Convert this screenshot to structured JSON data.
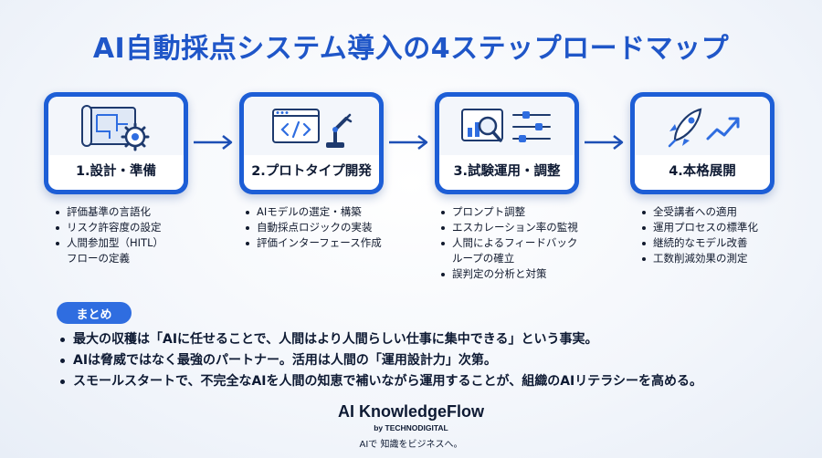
{
  "title": "AI自動採点システム導入の4ステップロードマップ",
  "steps": [
    {
      "label": "1.設計・準備",
      "icon": "blueprint-gear-icon",
      "bullets": [
        "評価基準の言語化",
        "リスク許容度の設定",
        "人間参加型（HITL）\nフローの定義"
      ]
    },
    {
      "label": "2.プロトタイプ開発",
      "icon": "code-robot-arm-icon",
      "bullets": [
        "AIモデルの選定・構築",
        "自動採点ロジックの実装",
        "評価インターフェース作成"
      ]
    },
    {
      "label": "3.試験運用・調整",
      "icon": "analytics-sliders-icon",
      "bullets": [
        "プロンプト調整",
        "エスカレーション率の監視",
        "人間によるフィードバック\nループの確立",
        "誤判定の分析と対策"
      ]
    },
    {
      "label": "4.本格展開",
      "icon": "rocket-growth-icon",
      "bullets": [
        "全受講者への適用",
        "運用プロセスの標準化",
        "継続的なモデル改善",
        "工数削減効果の測定"
      ]
    }
  ],
  "summary": {
    "badge": "まとめ",
    "items": [
      "最大の収穫は「AIに任せることで、人間はより人間らしい仕事に集中できる」という事実。",
      "AIは脅威ではなく最強のパートナー。活用は人間の「運用設計力」次第。",
      "スモールスタートで、不完全なAIを人間の知恵で補いながら運用することが、組織のAIリテラシーを高める。"
    ]
  },
  "footer": {
    "brand": "AI KnowledgeFlow",
    "byline": "by TECHNODIGITAL",
    "tagline": "AIで 知識をビジネスへ。"
  },
  "colors": {
    "accent": "#1f56c8",
    "card_border": "#1d5ed6",
    "badge": "#2f6de0"
  }
}
